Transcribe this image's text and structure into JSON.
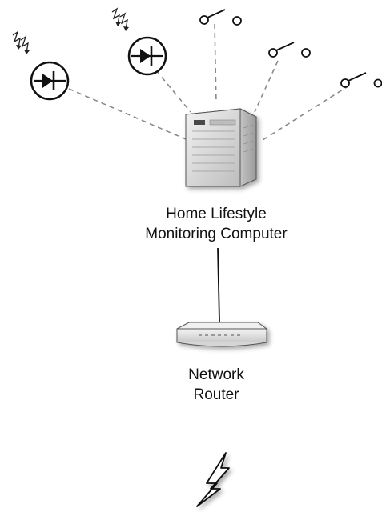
{
  "nodes": {
    "computer": {
      "label_line1": "Home Lifestyle",
      "label_line2": "Monitoring Computer",
      "icon": "server-tower-icon"
    },
    "router": {
      "label_line1": "Network",
      "label_line2": "Router",
      "icon": "network-router-icon"
    },
    "sensors": [
      {
        "icon": "photodiode-light-sensor-icon"
      },
      {
        "icon": "photodiode-light-sensor-icon"
      },
      {
        "icon": "switch-sensor-icon"
      },
      {
        "icon": "switch-sensor-icon"
      },
      {
        "icon": "switch-sensor-icon"
      }
    ],
    "wireless": {
      "icon": "lightning-bolt-icon"
    }
  },
  "connections": {
    "sensor_links": "dashed",
    "router_link": "solid"
  },
  "colors": {
    "link": "#8a8a8a",
    "stroke": "#111111",
    "server_body": "#d4d4d4",
    "router_body": "#e6e6e6"
  }
}
